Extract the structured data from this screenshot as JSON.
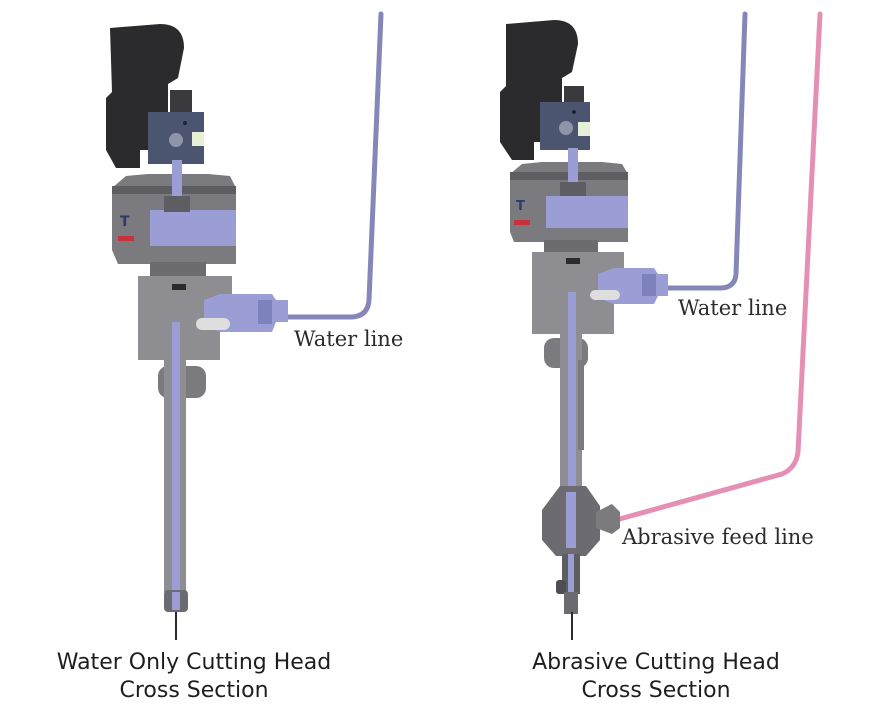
{
  "diagrams": [
    {
      "callout_label": "Water line",
      "caption_line1": "Water Only Cutting Head",
      "caption_line2": "Cross Section"
    },
    {
      "callout_label_water": "Water line",
      "callout_label_abrasive": "Abrasive feed line",
      "caption_line1": "Abrasive Cutting Head",
      "caption_line2": "Cross Section"
    }
  ],
  "colors": {
    "motor_dark": "#2b2b2e",
    "housing_gray": "#7b7b7f",
    "body_gray": "#8e8e92",
    "dark_gray": "#5d5d62",
    "tube_lavender": "#9a9ed4",
    "water_line": "#8587b9",
    "abrasive_line": "#e58fb4",
    "valve_blue": "#4b5570",
    "accent_red": "#c8323a",
    "accent_navy": "#2c3a6e"
  }
}
